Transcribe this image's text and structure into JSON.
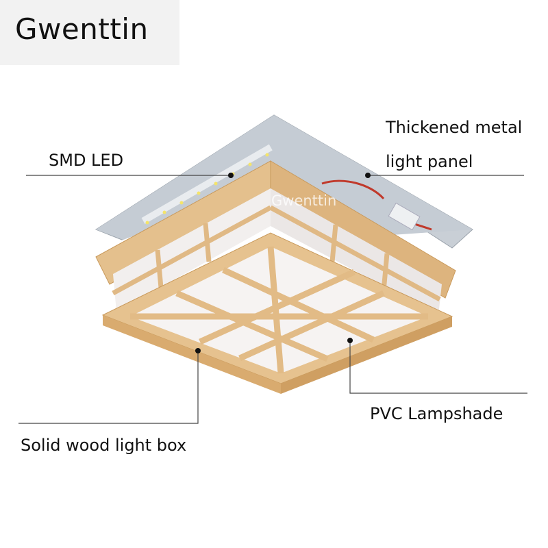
{
  "brand": {
    "name": "Gwenttin"
  },
  "watermark": "Gwenttin",
  "callouts": {
    "smd_led": "SMD LED",
    "metal_panel_line1": "Thickened metal",
    "metal_panel_line2": "light panel",
    "pvc_lampshade": "PVC Lampshade",
    "wood_box": "Solid wood light box"
  },
  "colors": {
    "background": "#ffffff",
    "wood": "#e4c08d",
    "wood_dark": "#c99a5c",
    "panel": "#c8ced6",
    "shade": "#f6f3f2",
    "callout_line": "#444444"
  }
}
